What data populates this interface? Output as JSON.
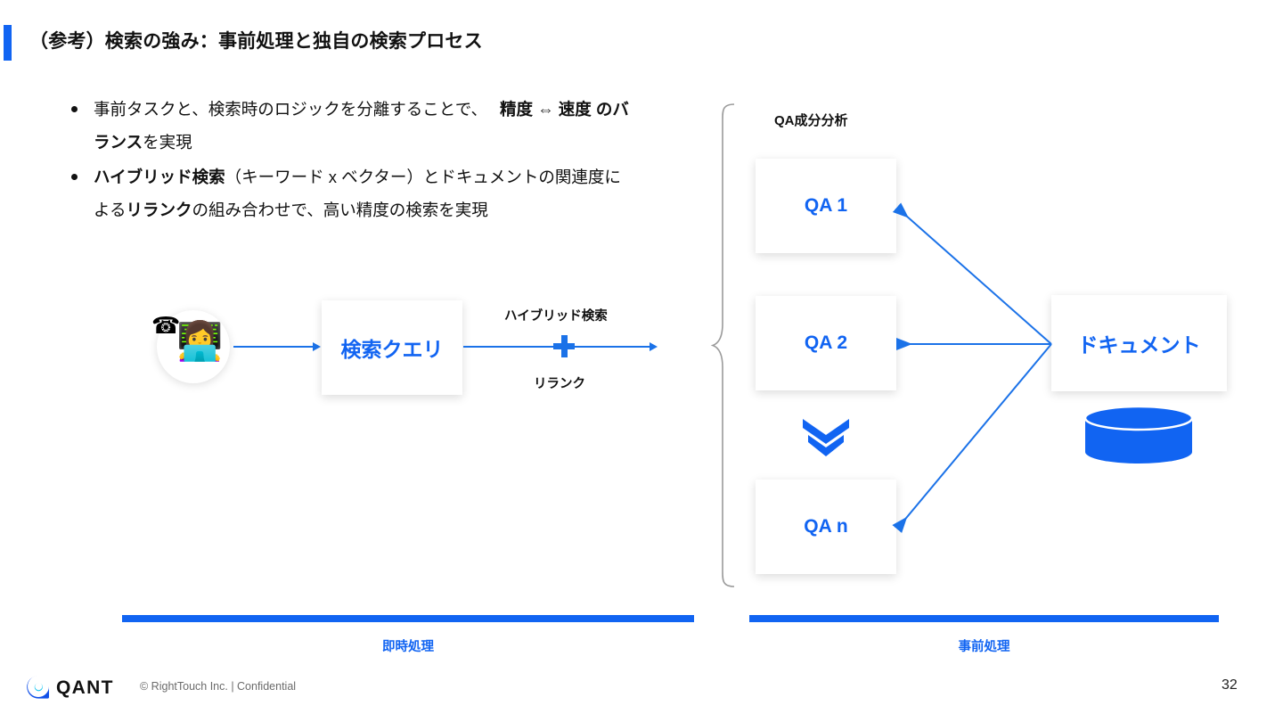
{
  "slide": {
    "title": "（参考）検索の強み：事前処理と独自の検索プロセス",
    "page_number": "32",
    "accent_color": "#1164f2",
    "arrow_color": "#1b72e8"
  },
  "bullets": [
    {
      "segments": [
        {
          "text": "事前タスクと、検索時のロジックを分離することで、",
          "bold": false
        },
        {
          "text": "精度 ⇔ 速度 のバランス",
          "bold": true
        },
        {
          "text": "を実現",
          "bold": false
        }
      ]
    },
    {
      "segments": [
        {
          "text": "ハイブリッド検索",
          "bold": true
        },
        {
          "text": "（キーワード x ベクター）とドキュメントの関連度による",
          "bold": false
        },
        {
          "text": "リランク",
          "bold": true
        },
        {
          "text": "の組み合わせで、高い精度の検索を実現",
          "bold": false
        }
      ]
    }
  ],
  "flow": {
    "avatar": {
      "phone_icon": "☎",
      "person_icon": "👩‍💻"
    },
    "search_query_box": "検索クエリ",
    "hybrid_search_label": "ハイブリッド検索",
    "plus_icon": "plus-icon",
    "rerank_label": "リランク"
  },
  "qa_section": {
    "title": "QA成分分析",
    "boxes": [
      {
        "label": "QA 1"
      },
      {
        "label": "QA 2"
      },
      {
        "label": "QA n"
      }
    ],
    "chevron_icon": "chevron-double-down-icon"
  },
  "document": {
    "box_label": "ドキュメント",
    "database_icon": "database-cylinder-icon",
    "database_color": "#1164f2"
  },
  "phases": {
    "left": {
      "label": "即時処理"
    },
    "right": {
      "label": "事前処理"
    }
  },
  "footer": {
    "logo_text": "QANT",
    "copyright": "© RightTouch Inc.  |  Confidential"
  }
}
